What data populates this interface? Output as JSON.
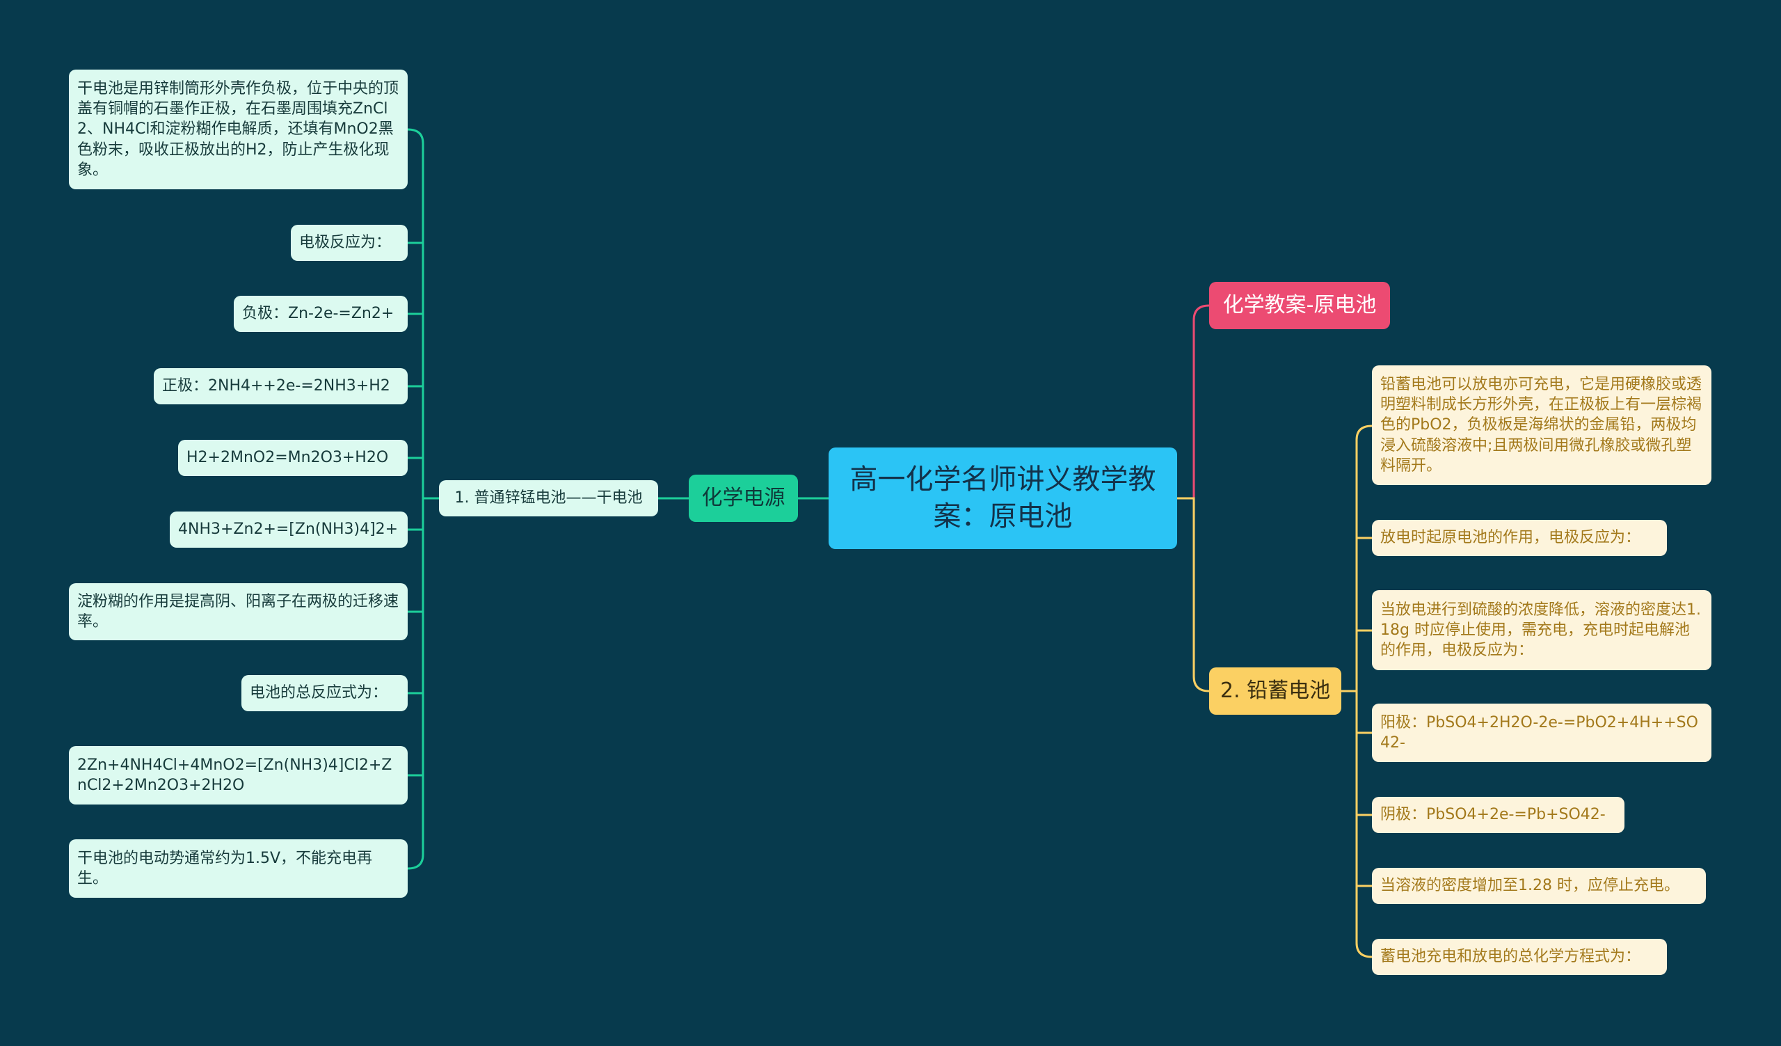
{
  "root": {
    "title": "高一化学名师讲义教学教案：原电池"
  },
  "branches": {
    "left_main": {
      "label": "化学电源"
    },
    "left_sub": {
      "label": "1. 普通锌锰电池——干电池"
    },
    "right_top": {
      "label": "化学教案-原电池"
    },
    "right_main": {
      "label": "2. 铅蓄电池"
    }
  },
  "left_leaves": [
    "干电池是用锌制筒形外壳作负极，位于中央的顶盖有铜帽的石墨作正极，在石墨周围填充ZnCl2、NH4Cl和淀粉糊作电解质，还填有MnO2黑色粉末，吸收正极放出的H2，防止产生极化现象。",
    "电极反应为：",
    "负极：Zn-2e-=Zn2+",
    "正极：2NH4++2e-=2NH3+H2",
    "H2+2MnO2=Mn2O3+H2O",
    "4NH3+Zn2+=[Zn(NH3)4]2+",
    "淀粉糊的作用是提高阴、阳离子在两极的迁移速率。",
    "电池的总反应式为：",
    "2Zn+4NH4Cl+4MnO2=[Zn(NH3)4]Cl2+ZnCl2+2Mn2O3+2H2O",
    "干电池的电动势通常约为1.5V，不能充电再生。"
  ],
  "right_leaves": [
    "铅蓄电池可以放电亦可充电，它是用硬橡胶或透明塑料制成长方形外壳，在正极板上有一层棕褐色的PbO2，负极板是海绵状的金属铅，两极均浸入硫酸溶液中;且两极间用微孔橡胶或微孔塑料隔开。",
    "放电时起原电池的作用，电极反应为：",
    "当放电进行到硫酸的浓度降低，溶液的密度达1.18g 时应停止使用，需充电，充电时起电解池的作用，电极反应为：",
    "阳极：PbSO4+2H2O-2e-=PbO2+4H++SO42-",
    "阴极：PbSO4+2e-=Pb+SO42-",
    "当溶液的密度增加至1.28 时，应停止充电。",
    "蓄电池充电和放电的总化学方程式为："
  ],
  "colors": {
    "background": "#073a4d",
    "root": "#2bc4f5",
    "green_branch": "#1ccf9a",
    "red_branch": "#ec4b72",
    "yellow_branch": "#fbd063",
    "green_leaf": "#dcfaf0",
    "yellow_leaf": "#fdf4dc"
  }
}
